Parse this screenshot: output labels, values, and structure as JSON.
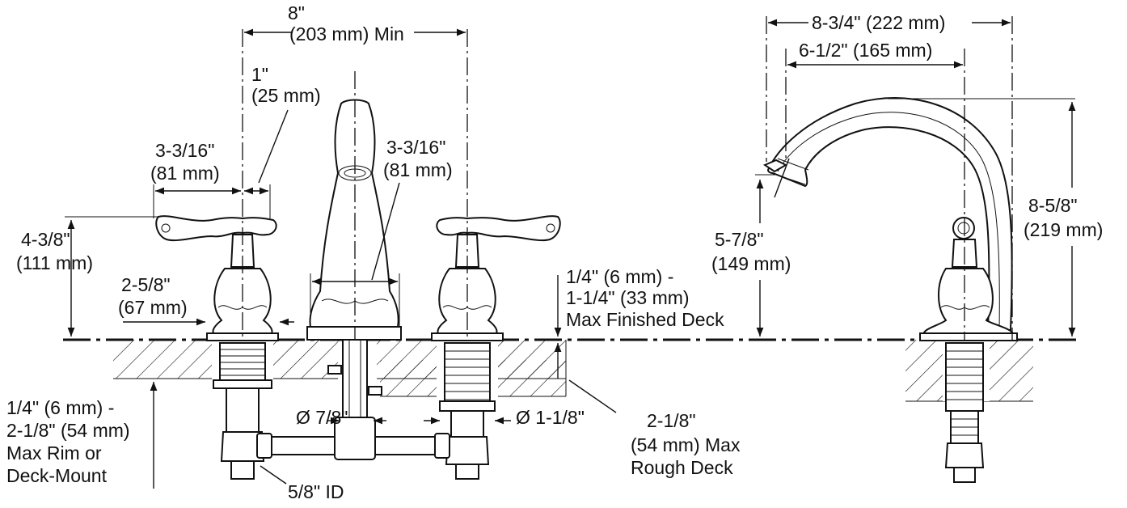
{
  "labels": {
    "spread_top_a": "8\"",
    "spread_top_b": "(203 mm) Min",
    "offset_a": "1\"",
    "offset_b": "(25 mm)",
    "handle_width_a": "3-3/16\"",
    "handle_width_b": "(81 mm)",
    "spout_width_a": "3-3/16\"",
    "spout_width_b": "(81 mm)",
    "handle_height_a": "4-3/8\"",
    "handle_height_b": "(111 mm)",
    "base_width_a": "2-5/8\"",
    "base_width_b": "(67 mm)",
    "finished_deck_a": "1/4\" (6 mm) -",
    "finished_deck_b": "1-1/4\" (33 mm)",
    "finished_deck_c": "Max Finished Deck",
    "rim_a": "1/4\" (6 mm) -",
    "rim_b": "2-1/8\" (54 mm)",
    "rim_c": "Max Rim or",
    "rim_d": "Deck-Mount",
    "hole_spout": "Ø 7/8\"",
    "hole_handle": "Ø 1-1/8\"",
    "rough_deck_a": "2-1/8\"",
    "rough_deck_b": "(54 mm) Max",
    "rough_deck_c": "Rough Deck",
    "tube_id": "5/8\" ID",
    "reach_overall": "8-3/4\" (222 mm)",
    "reach_spout": "6-1/2\" (165 mm)",
    "spout_clear_a": "5-7/8\"",
    "spout_clear_b": "(149 mm)",
    "height_overall_a": "8-5/8\"",
    "height_overall_b": "(219 mm)"
  }
}
